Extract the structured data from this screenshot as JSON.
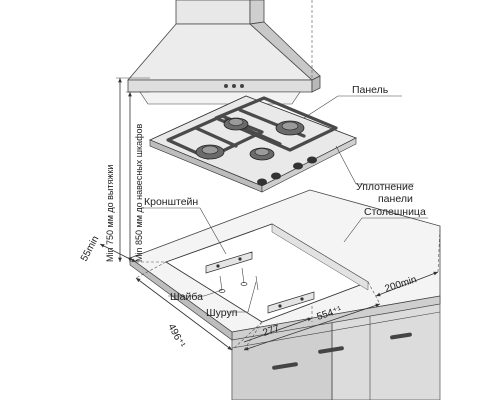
{
  "labels": {
    "panel": "Панель",
    "seal_line1": "Уплотнение",
    "seal_line2": "панели",
    "countertop": "Столешница",
    "bracket": "Кронштейн",
    "washer": "Шайба",
    "screw": "Шуруп"
  },
  "vertical_notes": {
    "hood_distance": "Min 750 мм до вытяжки",
    "cabinet_distance": "Min 850 мм до навесных шкафов"
  },
  "dimensions": {
    "left_offset": "55min",
    "back_offset": "200min",
    "cutout_depth": "496⁺¹",
    "cutout_width": "554⁺¹",
    "center_offset": "277"
  },
  "colors": {
    "line": "#333333",
    "grate": "#4a4a4a",
    "glass": "#e9e9e9",
    "counter": "#f3f3f3",
    "cabinet": "#d6d6d6"
  }
}
